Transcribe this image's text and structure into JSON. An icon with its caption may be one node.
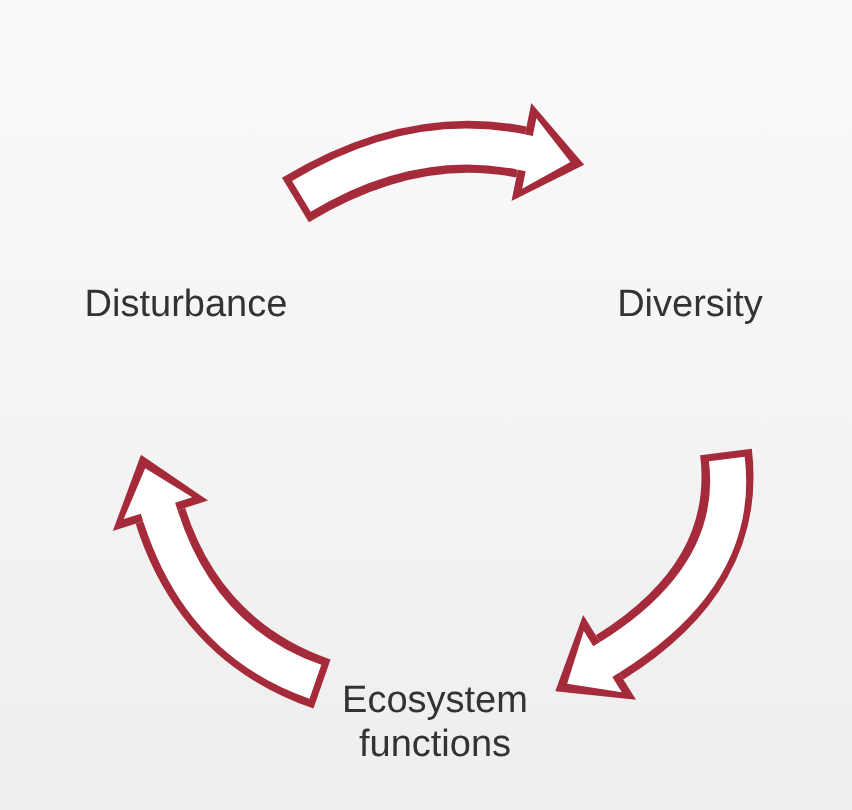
{
  "diagram": {
    "nodes": [
      {
        "text": [
          "Disturbance"
        ]
      },
      {
        "text": [
          "Diversity"
        ]
      },
      {
        "text": [
          "Ecosystem functions"
        ]
      }
    ],
    "edges": [
      {
        "from": 0,
        "to": 1,
        "arrow": "to"
      },
      {
        "from": 1,
        "to": 2,
        "arrow": "to"
      },
      {
        "from": 2,
        "to": 0,
        "arrow": "to"
      }
    ]
  }
}
